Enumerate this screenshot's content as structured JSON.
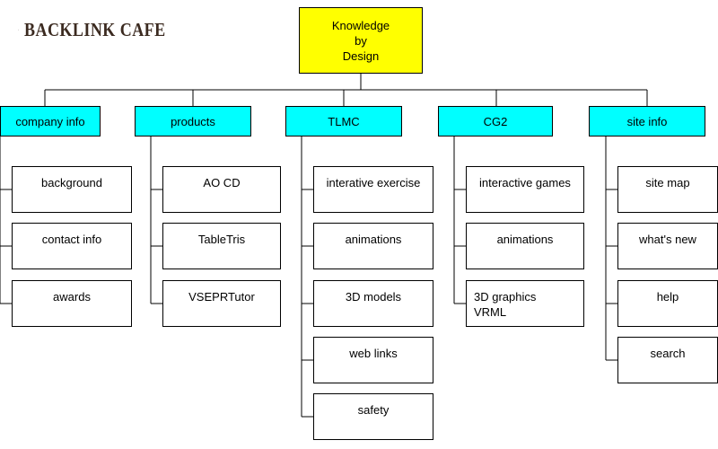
{
  "logo": {
    "text": "BACKLINK CAFE",
    "icon": "coffee-cup-icon",
    "color": "#3b2a20"
  },
  "root": {
    "lines": [
      "Knowledge",
      "by",
      "Design"
    ],
    "color": "#ffff00"
  },
  "category_color": "#00ffff",
  "categories": [
    {
      "label": "company info",
      "children": [
        "background",
        "contact info",
        "awards"
      ]
    },
    {
      "label": "products",
      "children": [
        "AO CD",
        "TableTris",
        "VSEPRTutor"
      ]
    },
    {
      "label": "TLMC",
      "children": [
        "interative exercise",
        "animations",
        "3D models",
        "web links",
        "safety"
      ]
    },
    {
      "label": "CG2",
      "children": [
        "interactive games",
        "animations",
        "3D graphics\nVRML"
      ]
    },
    {
      "label": "site info",
      "children": [
        "site map",
        "what's new",
        "help",
        "search"
      ]
    }
  ]
}
